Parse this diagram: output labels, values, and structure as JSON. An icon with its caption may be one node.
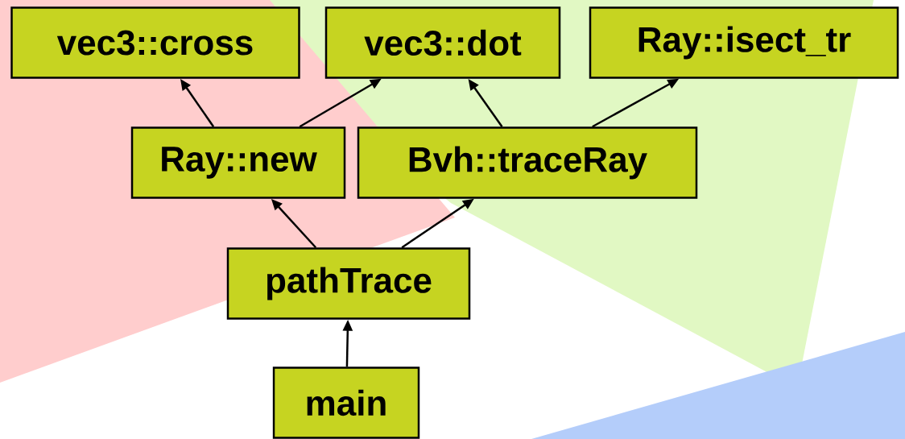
{
  "diagram": {
    "nodes": [
      {
        "text": [
          "vec3::cross"
        ]
      },
      {
        "text": [
          "vec3::dot"
        ]
      },
      {
        "text": [
          "Ray::isect_tr"
        ]
      },
      {
        "text": [
          "Ray::new"
        ]
      },
      {
        "text": [
          "Bvh::traceRay"
        ]
      },
      {
        "text": [
          "pathTrace"
        ]
      },
      {
        "text": [
          "main"
        ]
      }
    ],
    "edges": [
      {
        "from": 6,
        "to": 5,
        "arrow": "to"
      },
      {
        "from": 5,
        "to": 3,
        "arrow": "to"
      },
      {
        "from": 5,
        "to": 4,
        "arrow": "to"
      },
      {
        "from": 3,
        "to": 0,
        "arrow": "to"
      },
      {
        "from": 3,
        "to": 1,
        "arrow": "to"
      },
      {
        "from": 4,
        "to": 1,
        "arrow": "to"
      },
      {
        "from": 4,
        "to": 2,
        "arrow": "to"
      }
    ]
  }
}
